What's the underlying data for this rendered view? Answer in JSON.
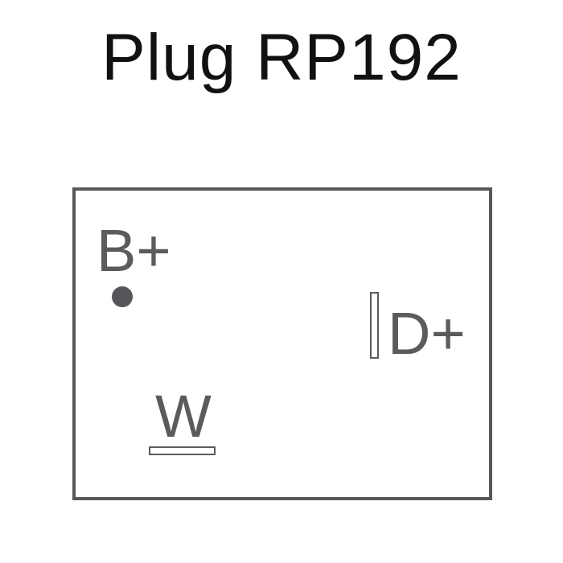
{
  "title": "Plug RP192",
  "pins": {
    "b_plus": {
      "label": "B+"
    },
    "d_plus": {
      "label": "D+"
    },
    "w": {
      "label": "W"
    }
  },
  "colors": {
    "title_text": "#111111",
    "outline": "#58585a",
    "pin_label": "#5b5b5e"
  }
}
